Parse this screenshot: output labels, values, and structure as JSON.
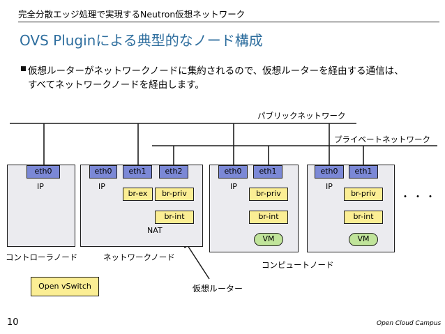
{
  "header": {
    "title": "完全分散エッジ処理で実現するNeutron仮想ネットワーク"
  },
  "slide": {
    "title": "OVS Pluginによる典型的なノード構成",
    "bullet_line1": "仮想ルーターがネットワークノードに集約されるので、仮想ルーターを経由する通信は、",
    "bullet_line2": "すべてネットワークノードを経由します。"
  },
  "networks": {
    "public": "パブリックネットワーク",
    "private": "プライベートネットワーク"
  },
  "nodes": {
    "controller": {
      "label": "コントローラノード",
      "eth0": "eth0",
      "ip": "IP"
    },
    "network": {
      "label": "ネットワークノード",
      "eth0": "eth0",
      "eth1": "eth1",
      "eth2": "eth2",
      "ip": "IP",
      "br_ex": "br-ex",
      "br_priv": "br-priv",
      "br_int": "br-int",
      "nat": "NAT"
    },
    "compute": {
      "label": "コンピュートノード",
      "eth0": "eth0",
      "eth1": "eth1",
      "ip": "IP",
      "br_priv": "br-priv",
      "br_int": "br-int",
      "vm": "VM"
    }
  },
  "legend": {
    "ovs": "Open vSwitch"
  },
  "annotation": {
    "virtual_router": "仮想ルーター"
  },
  "ellipsis": "・・・",
  "footer": {
    "page": "10",
    "brand": "Open Cloud Campus"
  },
  "colors": {
    "title": "#2e6e9e",
    "eth": "#7b88d6",
    "bridge": "#fbee94",
    "vm": "#c0e49a",
    "node": "#ebebef"
  }
}
